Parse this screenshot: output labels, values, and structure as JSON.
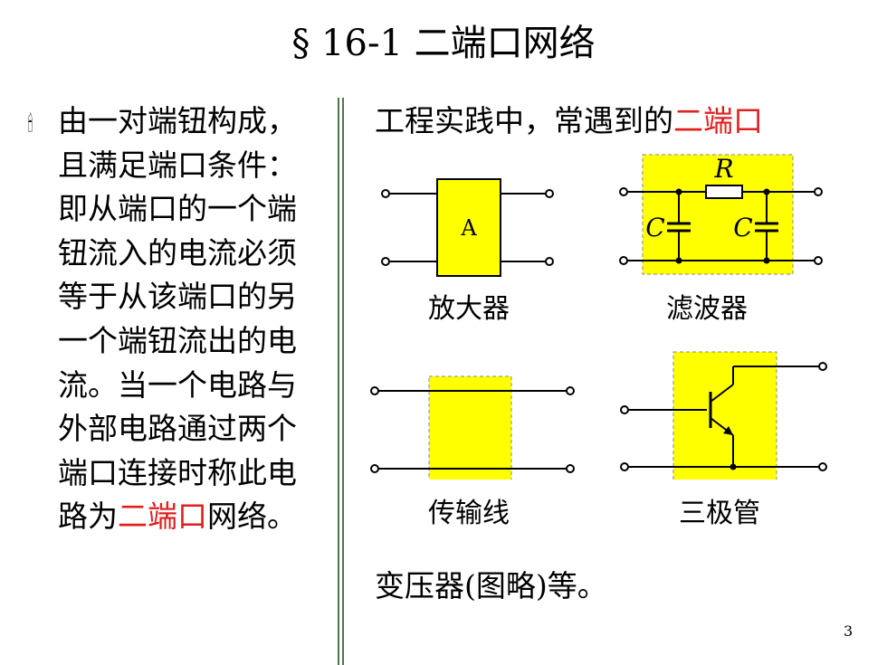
{
  "title": "§ 16-1  二端口网络",
  "bullet_icon": "candle-icon",
  "left": {
    "text_before": "由一对端钮构成，且满足端口条件：即从端口的一个端钮流入的电流必须等于从该端口的另一个端钮流出的电流。当一个电路与外部电路通过两个端口连接时称此电路为",
    "highlight": "二端口",
    "text_after": "网络。"
  },
  "right": {
    "heading_before": "工程实践中，常遇到的",
    "heading_highlight": "二端口",
    "amplifier": {
      "box_label": "A",
      "caption": "放大器"
    },
    "filter": {
      "resistor_label": "R",
      "capacitor_label_1": "C",
      "capacitor_label_2": "C",
      "caption": "滤波器"
    },
    "transmission_line": {
      "caption": "传输线"
    },
    "transistor": {
      "caption": "三极管"
    },
    "footer": "变压器(图略)等。"
  },
  "page_number": "3",
  "colors": {
    "highlight": "#e02020",
    "box_fill": "#ffff00",
    "divider": "#4a7a4a"
  }
}
